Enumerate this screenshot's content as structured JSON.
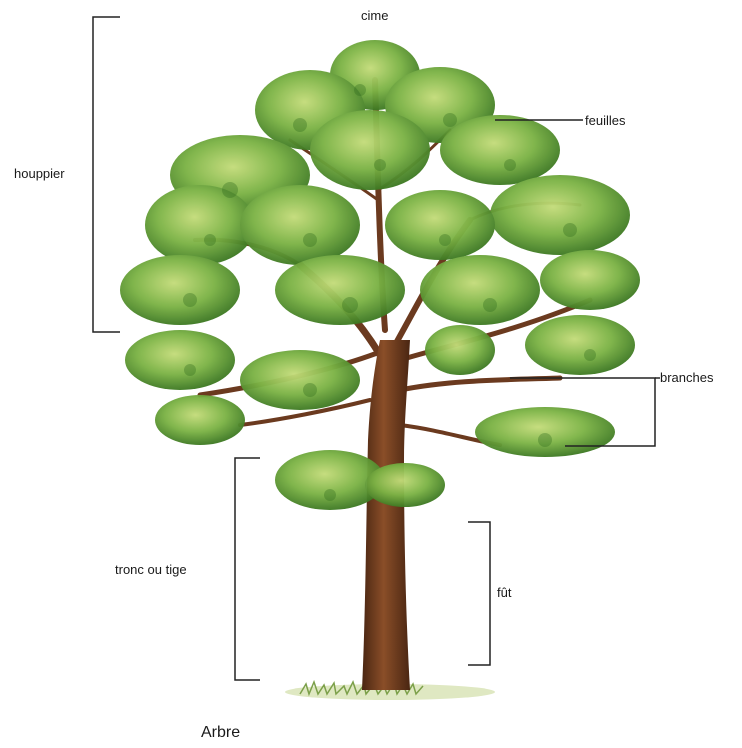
{
  "labels": {
    "cime": "cime",
    "feuilles": "feuilles",
    "houppier": "houppier",
    "branches": "branches",
    "tronc": "tronc ou tige",
    "fut": "fût"
  },
  "caption": "Arbre",
  "colors": {
    "leaf_dark": "#3f7a24",
    "leaf_mid": "#6ea83a",
    "leaf_light": "#b5d36a",
    "bark": "#6b3a1f",
    "bark_light": "#9a5a30",
    "line": "#222222"
  }
}
